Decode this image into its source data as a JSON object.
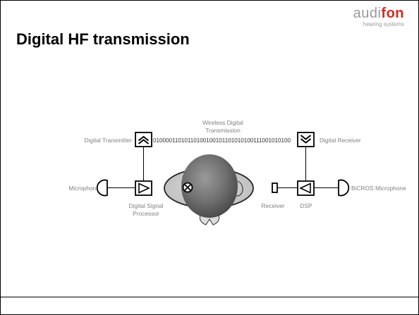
{
  "slide": {
    "title": "Digital HF transmission"
  },
  "logo": {
    "text_a": "audi",
    "text_b": "fon",
    "subtitle": "hearing systems",
    "colors": {
      "grey": "#9a9a9a",
      "red": "#d52b1e"
    }
  },
  "diagram": {
    "labels": {
      "wireless_line1": "Wireless Digital",
      "wireless_line2": "Transmission",
      "digital_transmitter": "Digital Transmitter",
      "digital_receiver": "Digital Receiver",
      "bitstream": "01000011010110100100101101010100111001010100",
      "microphone": "Microphone",
      "dsp_full_line1": "Digital Signal",
      "dsp_full_line2": "Processor",
      "receiver": "Receiver",
      "dsp_short": "DSP",
      "bicros_microphone": "BiCROS Microphone"
    },
    "icons": {
      "transmitter": "chevrons-up-icon",
      "receiver": "chevrons-down-icon",
      "amp_left": "amplifier-right-icon",
      "amp_right": "amplifier-left-icon",
      "mic_left": "microphone-icon",
      "mic_right": "microphone-icon",
      "speaker": "receiver-speaker-icon",
      "muted_ear": "x-circle-icon",
      "head": "head-top-view-icon"
    }
  }
}
